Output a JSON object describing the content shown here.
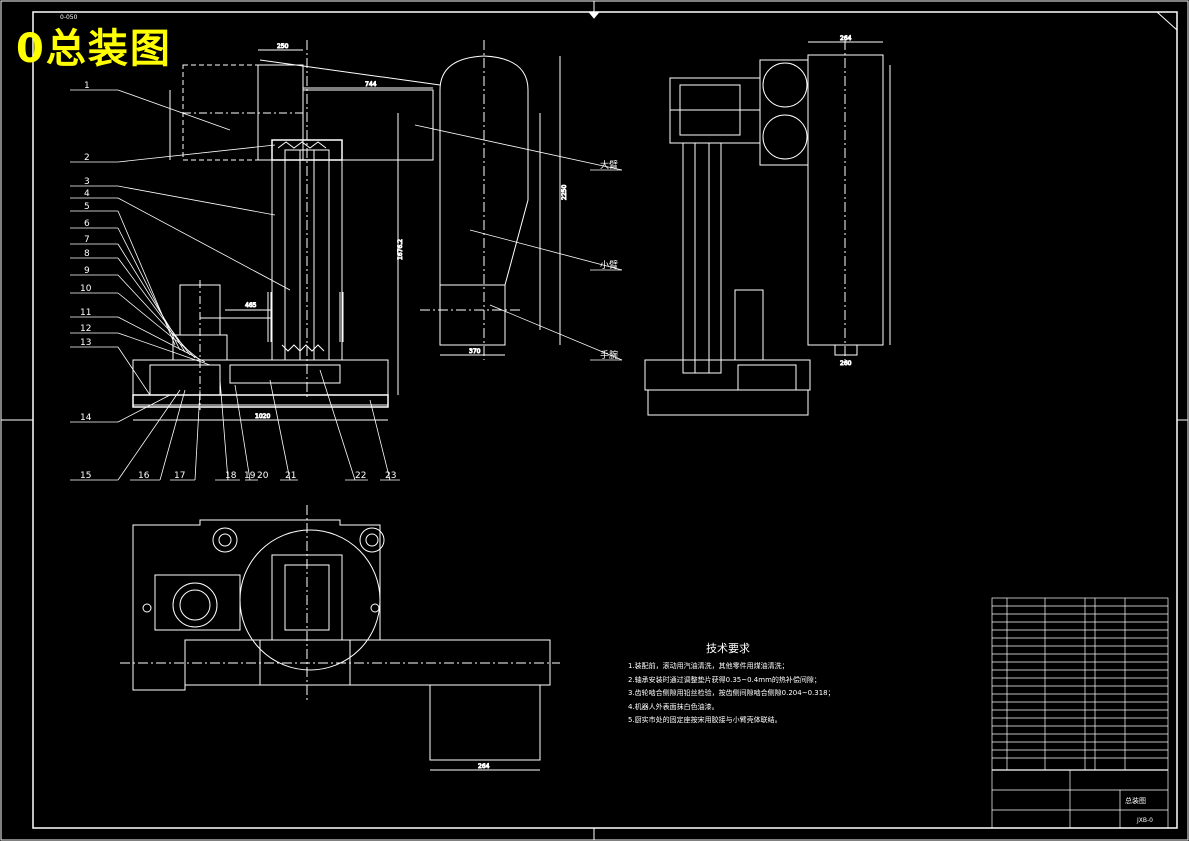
{
  "drawing": {
    "title": "0总装图",
    "corner_tag": "0-050"
  },
  "part_labels": {
    "left_numbers": [
      "1",
      "2",
      "3",
      "4",
      "5",
      "6",
      "7",
      "8",
      "9",
      "10",
      "11",
      "12",
      "13",
      "14"
    ],
    "bottom_numbers": [
      "15",
      "16",
      "17",
      "18",
      "19",
      "20",
      "21",
      "22",
      "23"
    ],
    "side_names": [
      "大臂",
      "小臂",
      "手腕"
    ]
  },
  "tech_requirements": {
    "title": "技术要求",
    "items": [
      "1.装配前，滚动用汽油清洗，其他零件用煤油清洗；",
      "2.轴承安装时通过调整垫片获得0.35~0.4mm的热补偿间隙；",
      "3.齿轮啮合侧隙用铅丝检验，按齿侧间隙啮合侧隙0.204~0.318；",
      "4.机器人外表面抹白色油漆。",
      "5.厨实市处的固定座按宋用胶接与小臂壳体联结。"
    ]
  },
  "title_block": {
    "name": "总装图",
    "code": "JXB-0"
  }
}
